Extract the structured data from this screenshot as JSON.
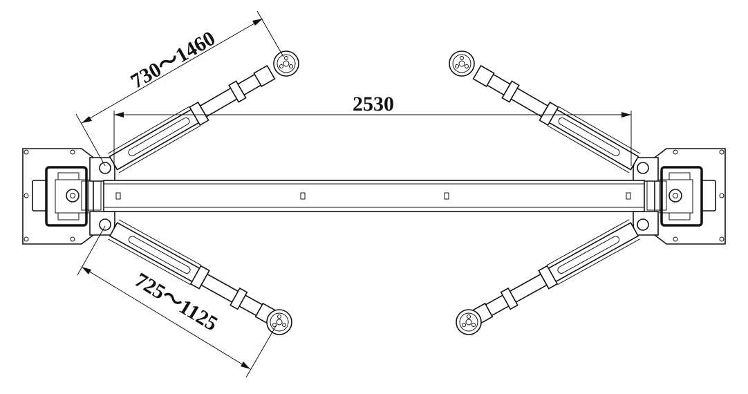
{
  "title": "Two-post lift top view",
  "dimensions": {
    "upper_arm_range": "730～1460",
    "column_span": "2530",
    "lower_arm_range": "725～1125"
  },
  "units_implied": "mm"
}
